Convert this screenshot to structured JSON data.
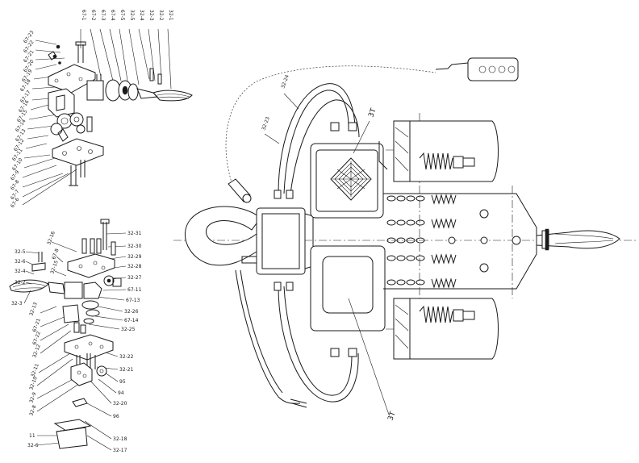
{
  "diagram": {
    "labels": {
      "l67_1": "67-1",
      "l67_2": "67-2",
      "l67_3": "67-3",
      "l67_4": "67-4",
      "l67_5": "67-5",
      "l32_5": "32-5",
      "l32_4": "32-4",
      "l32_3": "32-3",
      "l32_2": "32-2",
      "l32_1": "32-1",
      "l67_23": "67-23",
      "l67_22": "67-22",
      "l67_21": "67-21",
      "l67_20": "67-20",
      "l67_19": "67-19",
      "l67_18": "67-18",
      "l67_17": "67-17",
      "l67_16": "67-16",
      "l67_15": "67-15",
      "l67_14": "67-14",
      "l67_13": "67-13",
      "l67_12": "67-12",
      "l67_11": "67-11",
      "l67_10": "67-10",
      "l67_9": "67-9",
      "l67_8": "67-8",
      "l67_7": "67-7",
      "l67_6": "67-6",
      "b32_5": "32-5",
      "b32_6": "32-6",
      "b32_4": "32-4",
      "b32_2": "32-2",
      "b32_3": "32-3",
      "b32_16": "32-16",
      "b67_8": "67-8",
      "b32_15": "32-15",
      "b32_13": "32-13",
      "b67_21": "67-21",
      "b67_22": "67-22",
      "b32_12": "32-12",
      "b32_11": "32-11",
      "b32_10": "32-10",
      "b32_9": "32-9",
      "b32_8": "32-8",
      "b11": "11",
      "b32_6b": "32-6",
      "r32_31": "32-31",
      "r32_30": "32-30",
      "r32_29": "32-29",
      "r32_28": "32-28",
      "r32_27": "32-27",
      "r67_11": "67-11",
      "r67_13": "67-13",
      "r32_26": "32-26",
      "r67_14": "67-14",
      "r32_25": "32-25",
      "r32_22": "32-22",
      "r32_21": "32-21",
      "r95": "95",
      "r94": "94",
      "r32_20": "32-20",
      "r96": "96",
      "r32_18": "32-18",
      "r32_17": "32-17",
      "m32_24": "32-24",
      "m32_23": "32-23",
      "m3T_top": "3T",
      "m3T_bottom": "3T"
    }
  }
}
